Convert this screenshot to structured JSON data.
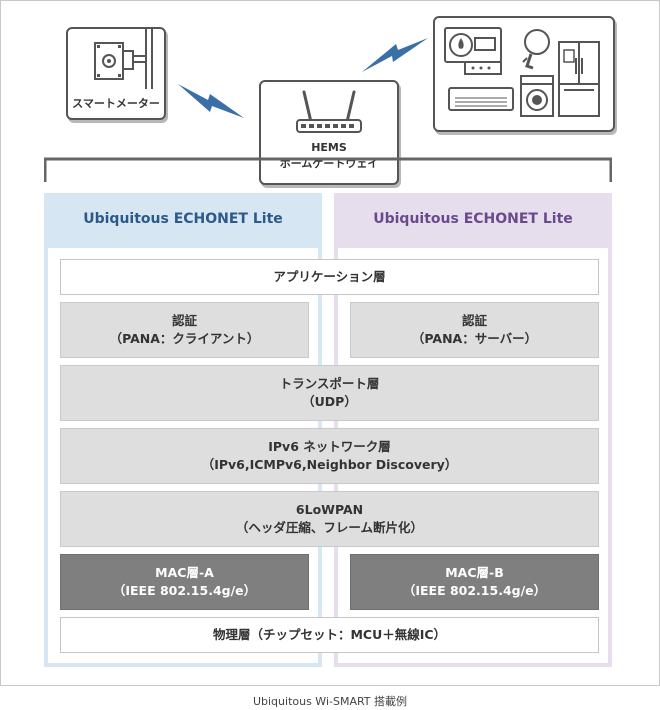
{
  "devices": {
    "smart_meter": {
      "label": "スマートメーター"
    },
    "hems": {
      "label_line1": "HEMS",
      "label_line2": "ホームゲートウェイ"
    }
  },
  "columns": {
    "left": {
      "title": "Ubiquitous ECHONET Lite"
    },
    "right": {
      "title": "Ubiquitous ECHONET Lite"
    }
  },
  "layers": {
    "application": "アプリケーション層",
    "auth_left": {
      "line1": "認証",
      "line2": "（PANA：クライアント）"
    },
    "auth_right": {
      "line1": "認証",
      "line2": "（PANA：サーバー）"
    },
    "transport": {
      "line1": "トランスポート層",
      "line2": "（UDP）"
    },
    "ipv6": {
      "line1": "IPv6 ネットワーク層",
      "line2": "（IPv6,ICMPv6,Neighbor Discovery）"
    },
    "lowpan": {
      "line1": "6LoWPAN",
      "line2": "（ヘッダ圧縮、フレーム断片化）"
    },
    "mac_a": {
      "line1": "MAC層-A",
      "line2": "（IEEE 802.15.4g/e）"
    },
    "mac_b": {
      "line1": "MAC層-B",
      "line2": "（IEEE 802.15.4g/e）"
    },
    "physical": "物理層（チップセット：MCU＋無線IC）"
  },
  "caption": "Ubiquitous Wi-SMART 搭載例",
  "colors": {
    "left_column": "#d7e6f3",
    "right_column": "#e6deed",
    "left_title": "#2b5a8a",
    "right_title": "#6a4a8c",
    "mac_layer": "#7f7f7f",
    "gray_layer": "#dedede",
    "bolt": "#3a6fa8"
  }
}
